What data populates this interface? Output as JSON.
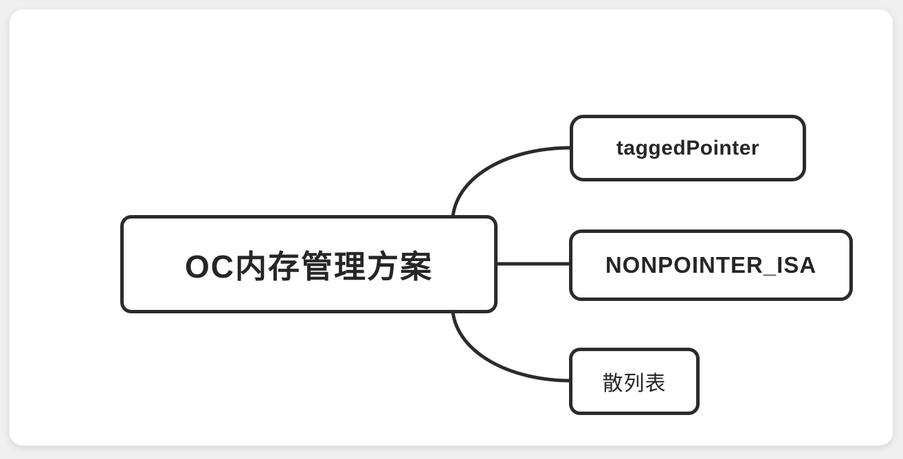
{
  "diagram": {
    "type": "mindmap",
    "root": {
      "id": "oc-memory-management",
      "label": "OC内存管理方案"
    },
    "children": [
      {
        "id": "tagged-pointer",
        "label": "taggedPointer",
        "connector": "curve-up"
      },
      {
        "id": "nonpointer-isa",
        "label": "NONPOINTER_ISA",
        "connector": "straight"
      },
      {
        "id": "hash-table",
        "label": "散列表",
        "connector": "curve-down"
      }
    ],
    "colors": {
      "stroke": "#2b2b2b",
      "text": "#262626",
      "node_fill": "#ffffff",
      "canvas_fill": "#ffffff",
      "page_background": "#f0f0f1"
    }
  }
}
